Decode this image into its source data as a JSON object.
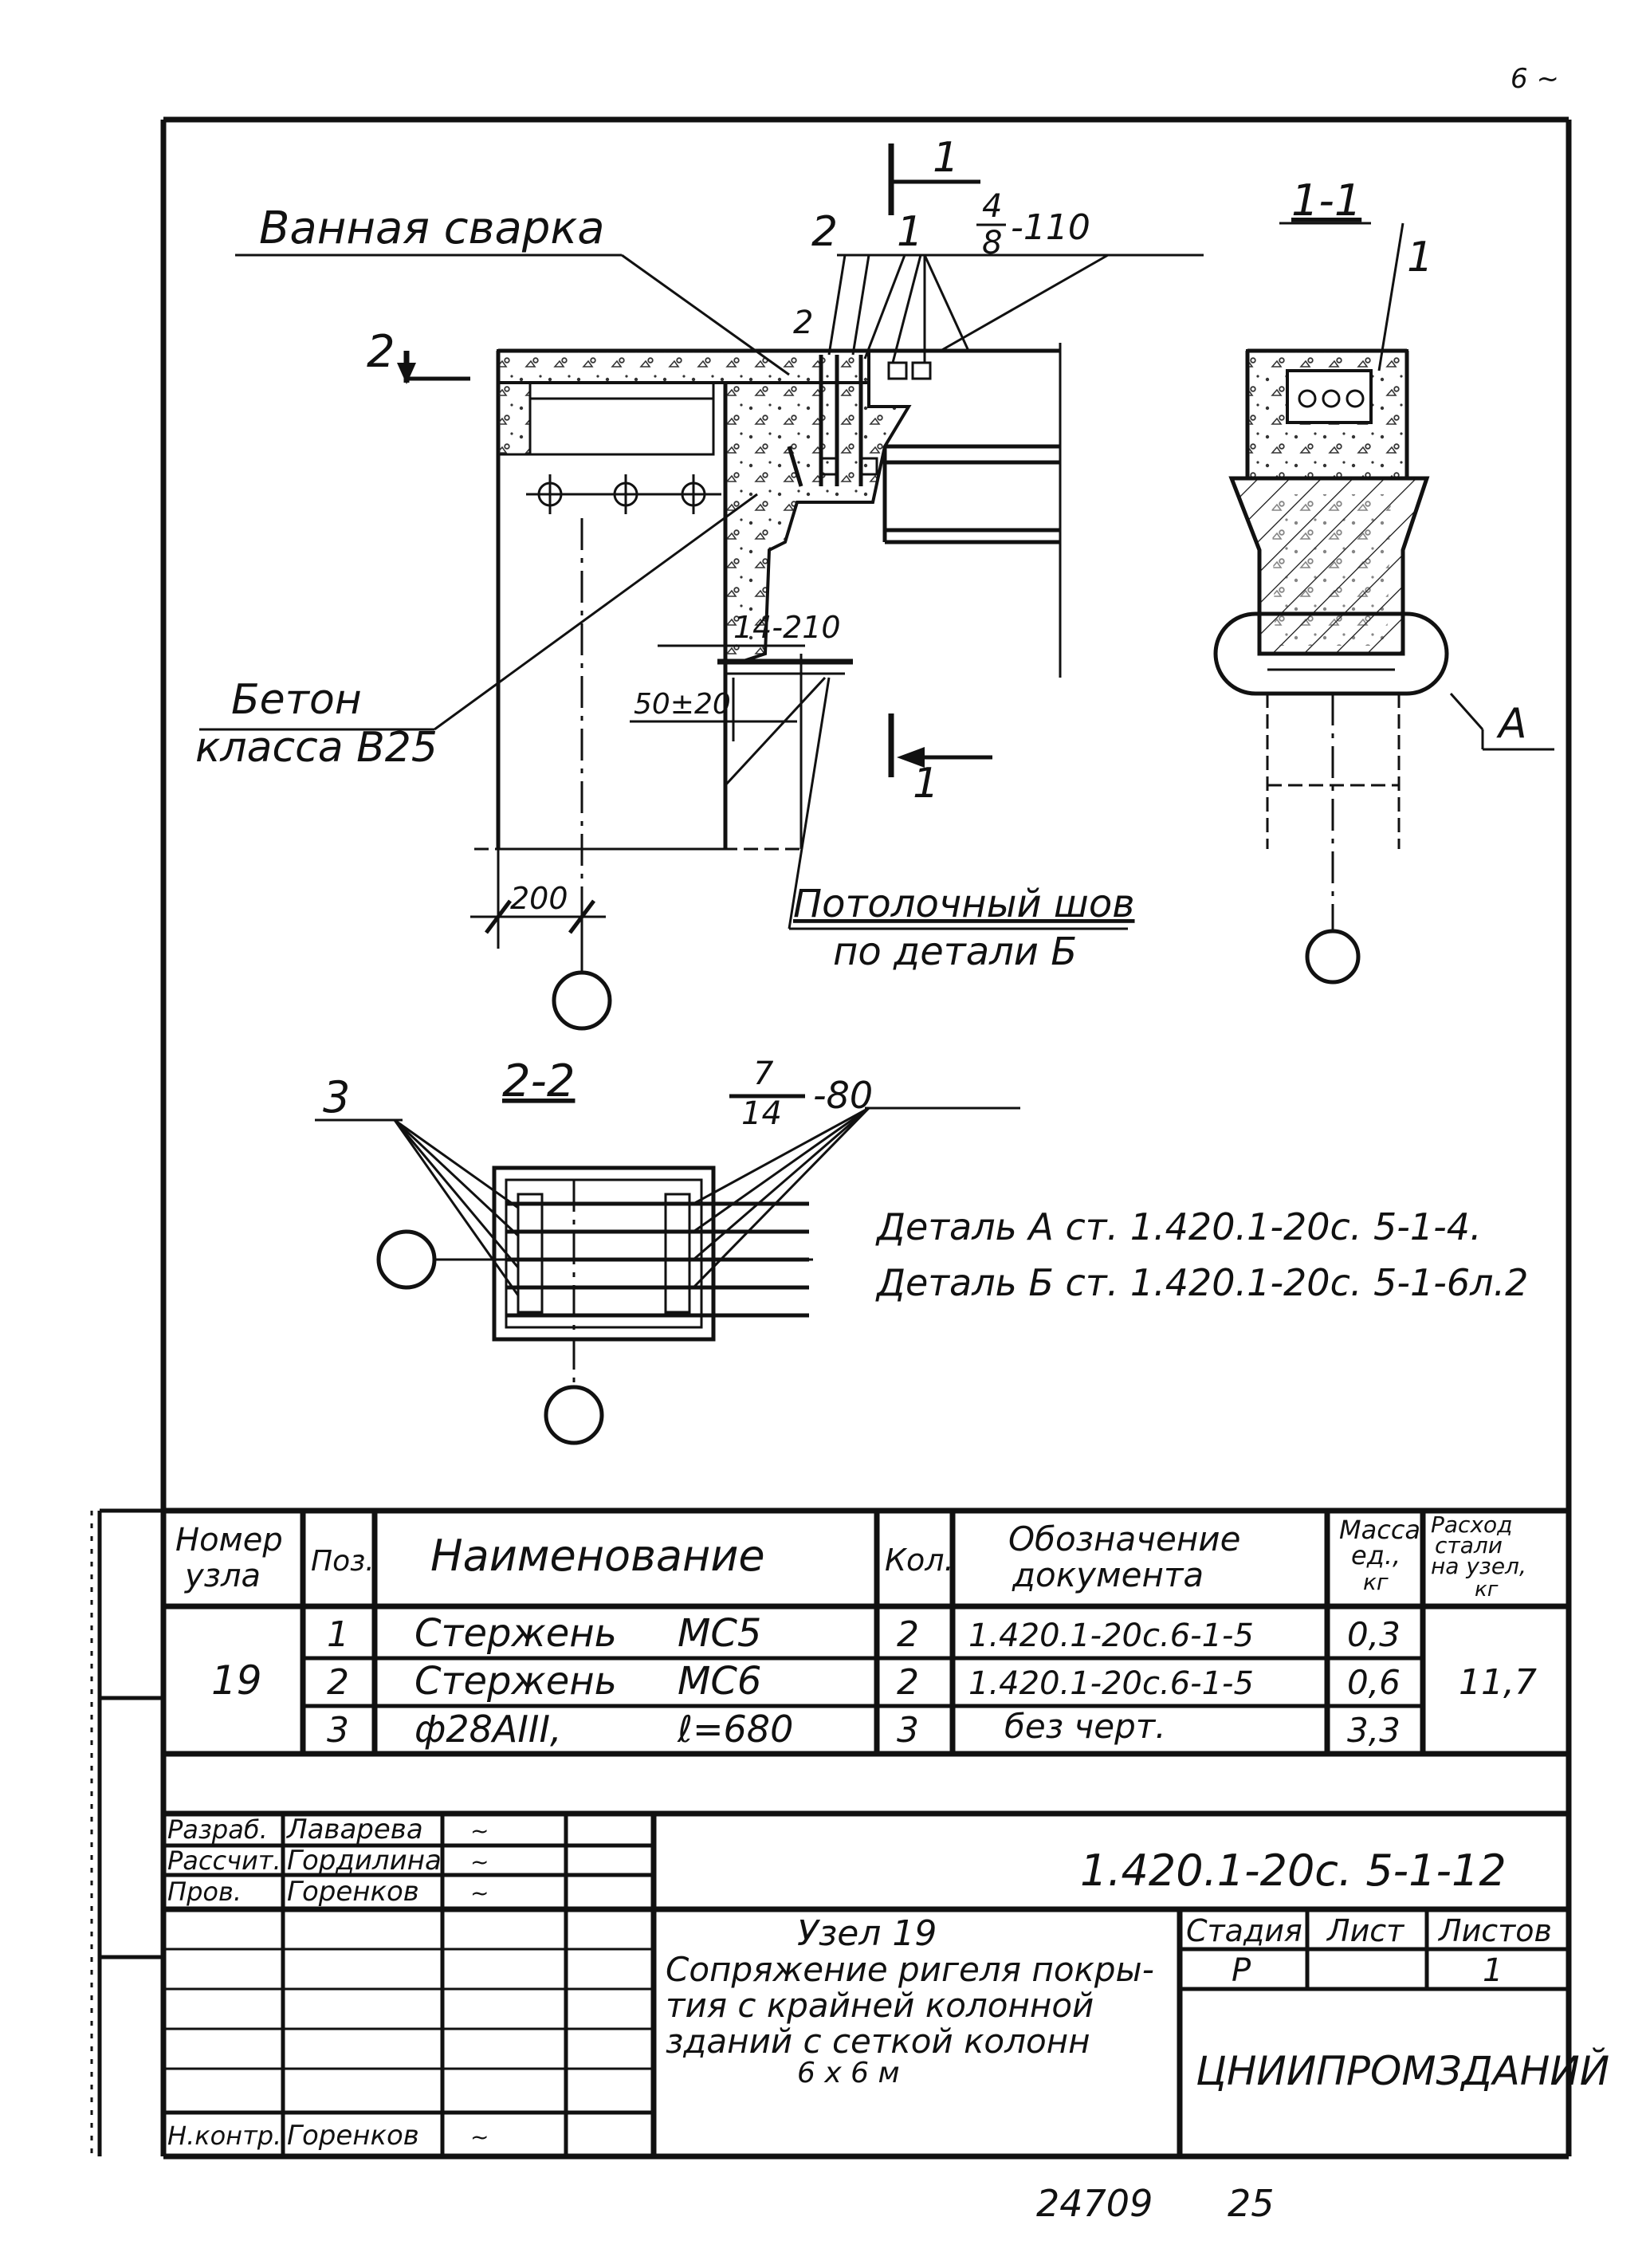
{
  "corner_mark": "6 ~",
  "drawing": {
    "section_mark_1_top": "1",
    "section_mark_1_bottom": "1",
    "section_mark_2": "2",
    "leader_bath_weld": "Ванная сварка",
    "leader_concrete_line1": "Бетон",
    "leader_concrete_line2": "класса В25",
    "leader_ceiling_seam_line1": "Потолочный шов",
    "leader_ceiling_seam_line2": "по детали Б",
    "pos_2": "2",
    "pos_1": "1",
    "weld_top_num": "4",
    "weld_top_den": "8",
    "weld_top_len": "-110",
    "weld_small": "2",
    "weld_bottom": "14-210",
    "dim_gap": "50±20",
    "dim_200": "200",
    "view_1_1": "1-1",
    "view_1_1_pos": "1",
    "view_1_1_detail": "А",
    "view_2_2": "2-2",
    "view_2_2_pos": "3",
    "weld_mid_num": "7",
    "weld_mid_den": "14",
    "weld_mid_len": "-80",
    "ref_detail_a": "Деталь А ст. 1.420.1-20с. 5-1-4.",
    "ref_detail_b": "Деталь Б ст. 1.420.1-20с. 5-1-6л.2"
  },
  "spec_table": {
    "headers": {
      "node": [
        "Номер",
        "узла"
      ],
      "pos": "Поз.",
      "name": "Наименование",
      "qty": "Кол.",
      "doc": [
        "Обозначение",
        "документа"
      ],
      "mass": [
        "Масса",
        "ед.,",
        "кг"
      ],
      "consumption": [
        "Расход",
        "стали",
        "на узел,",
        "кг"
      ]
    },
    "node_number": "19",
    "total_steel": "11,7",
    "rows": [
      {
        "pos": "1",
        "name": "Стержень",
        "mark": "МС5",
        "qty": "2",
        "doc": "1.420.1-20с.6-1-5",
        "mass": "0,3"
      },
      {
        "pos": "2",
        "name": "Стержень",
        "mark": "МС6",
        "qty": "2",
        "doc": "1.420.1-20с.6-1-5",
        "mass": "0,6"
      },
      {
        "pos": "3",
        "name": "ф28АIII,",
        "mark": "ℓ=680",
        "qty": "3",
        "doc": "без черт.",
        "mass": "3,3"
      }
    ]
  },
  "title_block": {
    "code": "1.420.1-20с. 5-1-12",
    "staff": [
      {
        "role": "Разраб.",
        "name": "Лаварева",
        "sign": "~"
      },
      {
        "role": "Рассчит.",
        "name": "Гордилина",
        "sign": "~"
      },
      {
        "role": "Пров.",
        "name": "Горенков",
        "sign": "~"
      },
      {
        "role": "",
        "name": "",
        "sign": ""
      },
      {
        "role": "",
        "name": "",
        "sign": ""
      },
      {
        "role": "",
        "name": "",
        "sign": ""
      },
      {
        "role": "Н.контр.",
        "name": "Горенков",
        "sign": "~"
      }
    ],
    "title_lines": [
      "Узел 19",
      "Сопряжение ригеля покры-",
      "тия с крайней колонной",
      "зданий с сеткой колонн",
      "6 х 6 м"
    ],
    "stage_label": "Стадия",
    "sheet_label": "Лист",
    "sheets_label": "Листов",
    "stage": "Р",
    "sheet": "",
    "sheets": "1",
    "org": "ЦНИИПРОМЗДАНИЙ"
  },
  "footer": {
    "number": "24709",
    "page": "25"
  }
}
